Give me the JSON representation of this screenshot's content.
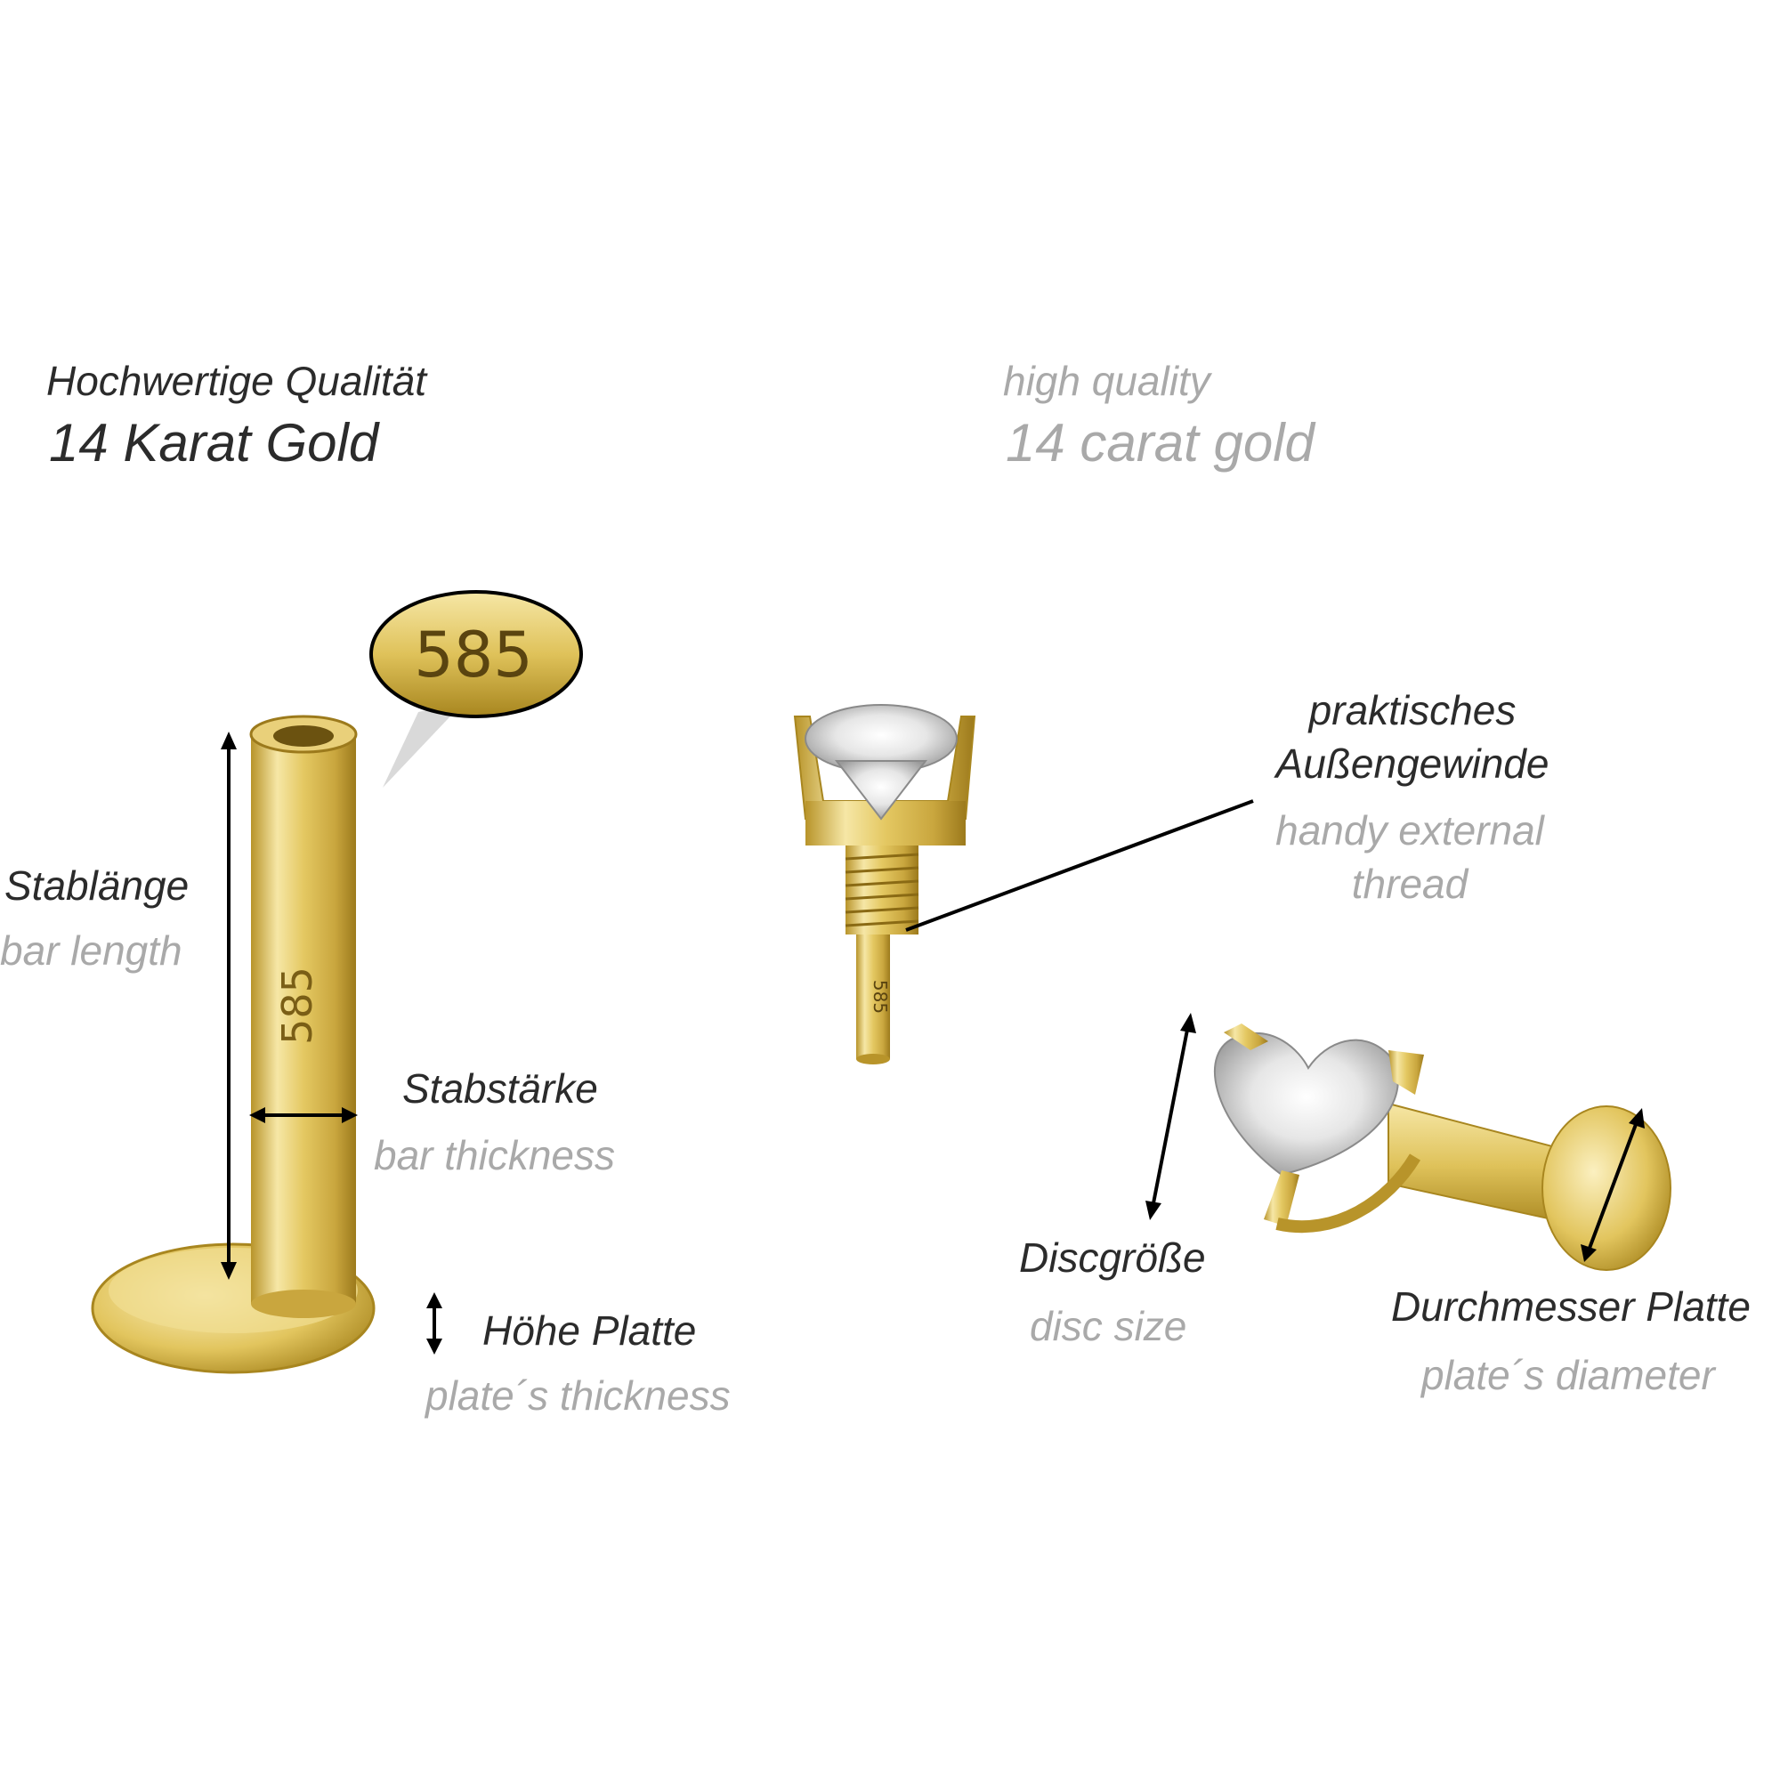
{
  "header": {
    "de_line1": "Hochwertige Qualität",
    "de_line2": "14 Karat Gold",
    "en_line1": "high quality",
    "en_line2": "14 carat gold"
  },
  "hallmark": {
    "stamp": "585"
  },
  "left_product": {
    "bar_length_de": "Stablänge",
    "bar_length_en": "bar length",
    "bar_thickness_de": "Stabstärke",
    "bar_thickness_en": "bar thickness",
    "plate_height_de": "Höhe Platte",
    "plate_height_en": "plate´s thickness",
    "engraving": "585"
  },
  "right_top_product": {
    "thread_de_1": "praktisches",
    "thread_de_2": "Außengewinde",
    "thread_en_1": "handy external",
    "thread_en_2": "thread",
    "engraving": "585"
  },
  "right_bottom_product": {
    "disc_size_de": "Discgröße",
    "disc_size_en": "disc size",
    "plate_diameter_de": "Durchmesser Platte",
    "plate_diameter_en": "plate´s diameter"
  },
  "colors": {
    "gold": "#e8cf6e",
    "gold_dark": "#b8942a",
    "label_dark": "#2b2b2b",
    "label_light": "#a9a9a9"
  }
}
